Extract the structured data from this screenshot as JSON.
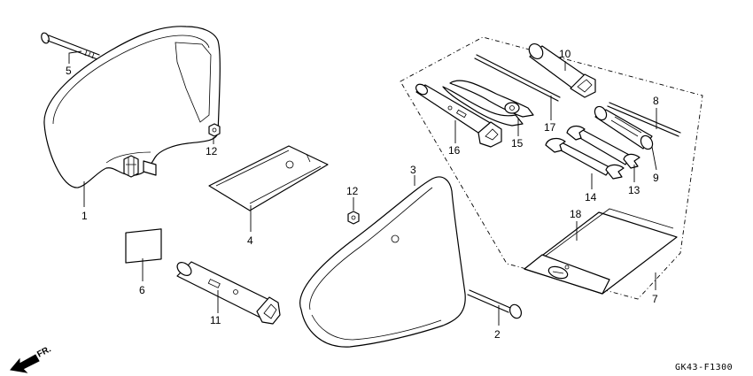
{
  "diagram_code": "GK43-F1300",
  "direction_label": "FR.",
  "parts": [
    {
      "id": "1",
      "label": "1"
    },
    {
      "id": "2",
      "label": "2"
    },
    {
      "id": "3",
      "label": "3"
    },
    {
      "id": "4",
      "label": "4"
    },
    {
      "id": "5",
      "label": "5"
    },
    {
      "id": "6",
      "label": "6"
    },
    {
      "id": "7",
      "label": "7"
    },
    {
      "id": "8",
      "label": "8"
    },
    {
      "id": "9",
      "label": "9"
    },
    {
      "id": "10",
      "label": "10"
    },
    {
      "id": "11",
      "label": "11"
    },
    {
      "id": "12a",
      "label": "12"
    },
    {
      "id": "12b",
      "label": "12"
    },
    {
      "id": "13",
      "label": "13"
    },
    {
      "id": "14",
      "label": "14"
    },
    {
      "id": "15",
      "label": "15"
    },
    {
      "id": "16",
      "label": "16"
    },
    {
      "id": "17",
      "label": "17"
    },
    {
      "id": "18",
      "label": "18"
    }
  ]
}
